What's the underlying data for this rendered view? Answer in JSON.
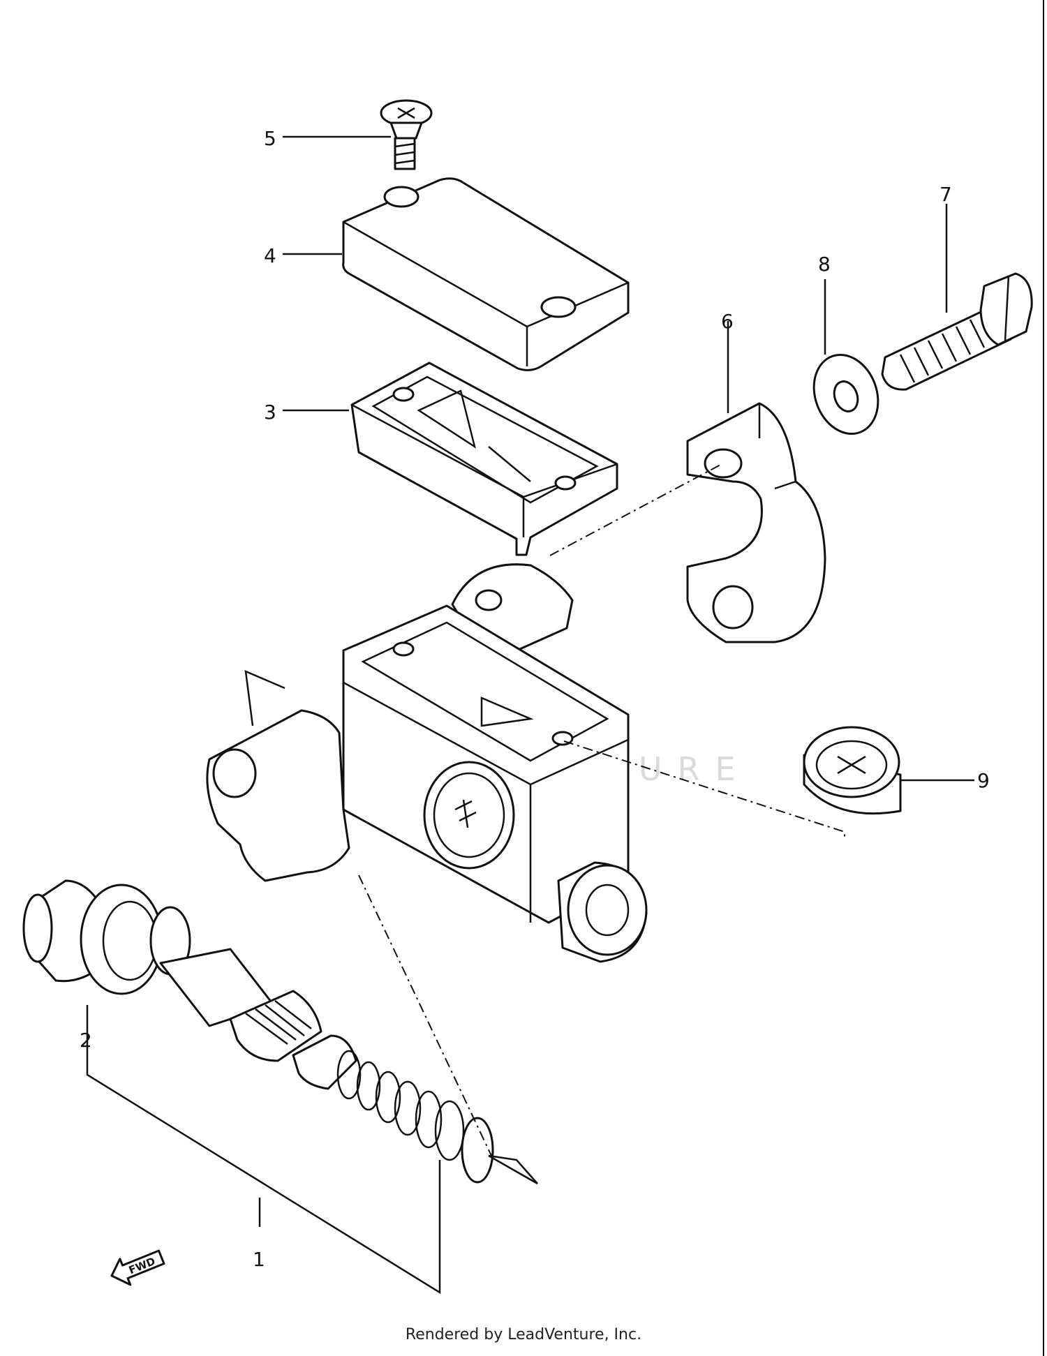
{
  "diagram": {
    "callouts": [
      {
        "id": "1",
        "label": "1"
      },
      {
        "id": "2",
        "label": "2"
      },
      {
        "id": "3",
        "label": "3"
      },
      {
        "id": "4",
        "label": "4"
      },
      {
        "id": "5",
        "label": "5"
      },
      {
        "id": "6",
        "label": "6"
      },
      {
        "id": "7",
        "label": "7"
      },
      {
        "id": "8",
        "label": "8"
      },
      {
        "id": "9",
        "label": "9"
      }
    ],
    "direction_arrow": "FWD",
    "watermark": "LEADVENTURE"
  },
  "footer": {
    "credit": "Rendered by LeadVenture, Inc."
  }
}
